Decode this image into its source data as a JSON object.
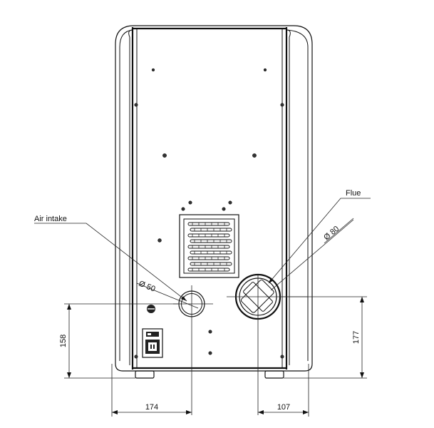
{
  "labels": {
    "air_intake": "Air intake",
    "flue": "Flue"
  },
  "dimensions": {
    "air_intake_diameter": "Ø 50",
    "flue_diameter": "Ø 80",
    "air_intake_height": "158",
    "flue_height": "177",
    "air_intake_from_left": "174",
    "flue_from_right": "107"
  }
}
